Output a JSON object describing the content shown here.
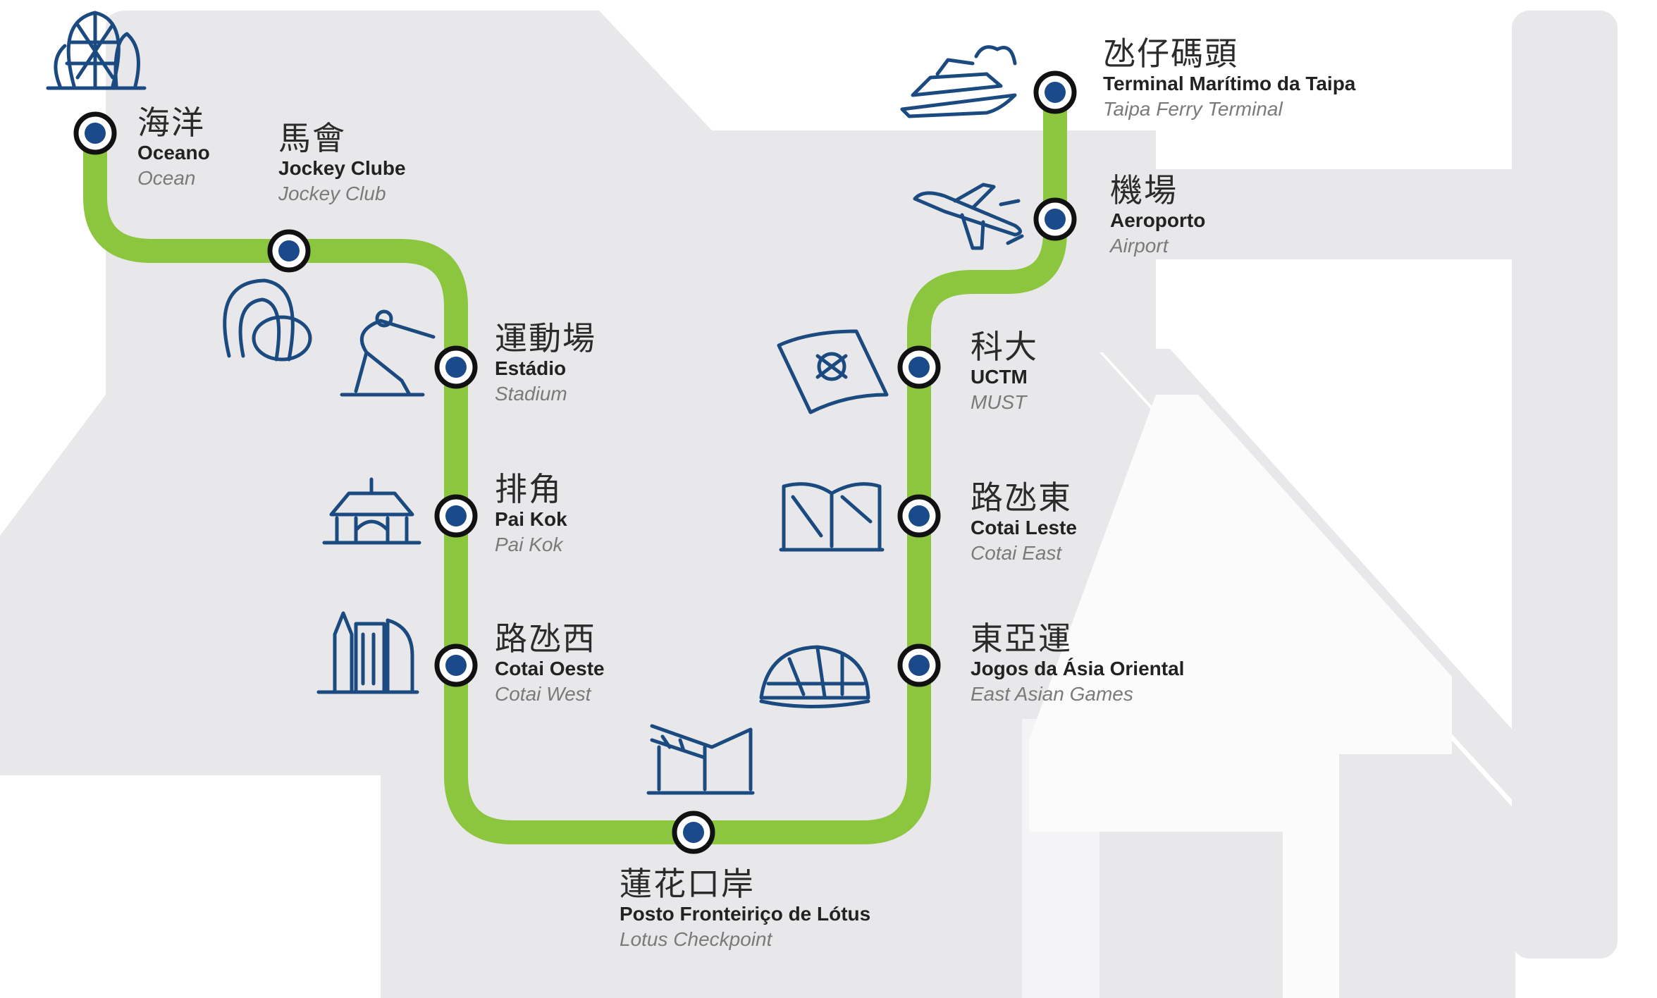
{
  "colors": {
    "line": "#8cc63f",
    "station_fill": "#1b4a8a",
    "icon": "#1b4a80",
    "land": "#e8e8ea"
  },
  "stations": [
    {
      "zh": "海洋",
      "pt": "Oceano",
      "en": "Ocean",
      "icon": "lotus-buildings-icon"
    },
    {
      "zh": "馬會",
      "pt": "Jockey Clube",
      "en": "Jockey Club",
      "icon": "horseshoe-icon"
    },
    {
      "zh": "運動場",
      "pt": "Estádio",
      "en": "Stadium",
      "icon": "athlete-icon"
    },
    {
      "zh": "排角",
      "pt": "Pai Kok",
      "en": "Pai Kok",
      "icon": "pavilion-icon"
    },
    {
      "zh": "路氹西",
      "pt": "Cotai Oeste",
      "en": "Cotai West",
      "icon": "skyscraper-icon"
    },
    {
      "zh": "蓮花口岸",
      "pt": "Posto Fronteiriço de Lótus",
      "en": "Lotus Checkpoint",
      "icon": "checkpoint-bridge-icon"
    },
    {
      "zh": "東亞運",
      "pt": "Jogos da Ásia Oriental",
      "en": "East Asian Games",
      "icon": "dome-icon"
    },
    {
      "zh": "路氹東",
      "pt": "Cotai Leste",
      "en": "Cotai East",
      "icon": "book-building-icon"
    },
    {
      "zh": "科大",
      "pt": "UCTM",
      "en": "MUST",
      "icon": "flag-icon"
    },
    {
      "zh": "機場",
      "pt": "Aeroporto",
      "en": "Airport",
      "icon": "airplane-icon"
    },
    {
      "zh": "氹仔碼頭",
      "pt": "Terminal Marítimo da Taipa",
      "en": "Taipa Ferry Terminal",
      "icon": "ferry-icon"
    }
  ]
}
